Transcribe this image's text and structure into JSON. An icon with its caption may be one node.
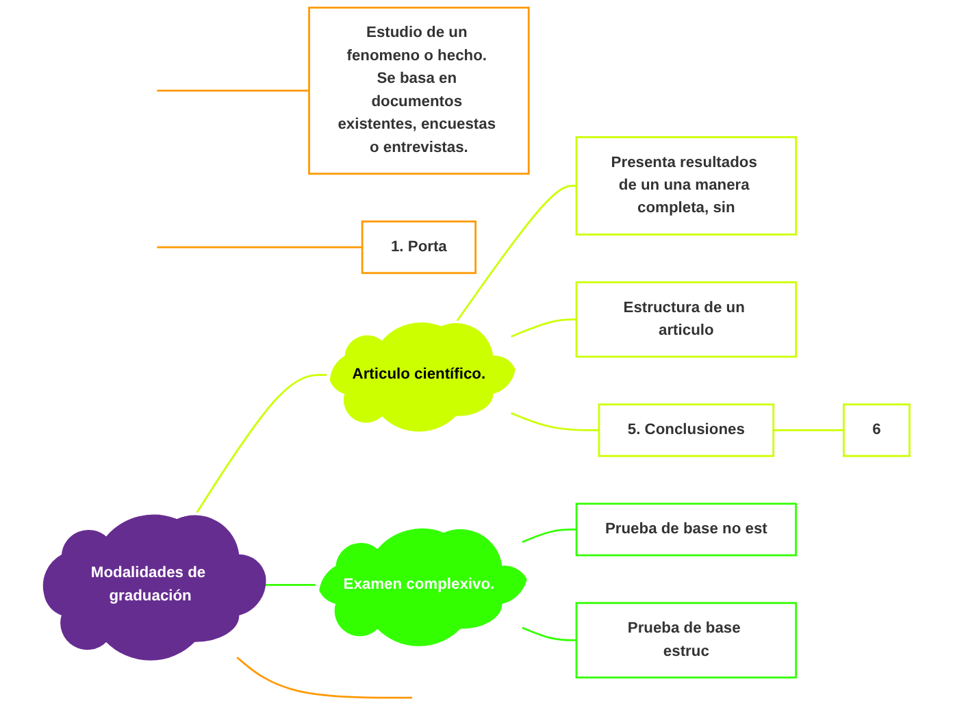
{
  "diagram": {
    "nodes": [
      {
        "text": [
          "Modalidades de graduación"
        ]
      },
      {
        "text": [
          "Estudio de un fenomeno o hecho. Se basa en documentos existentes, encuestas o entrevistas."
        ]
      },
      {
        "text": [
          "1. Porta"
        ]
      },
      {
        "text": [
          "Articulo científico."
        ]
      },
      {
        "text": [
          "Presenta resultados de un una manera completa, sin"
        ]
      },
      {
        "text": [
          "Estructura de un articulo"
        ]
      },
      {
        "text": [
          "5. Conclusiones"
        ]
      },
      {
        "text": [
          "6"
        ]
      },
      {
        "text": [
          "Examen complexivo."
        ]
      },
      {
        "text": [
          "Prueba de base no est"
        ]
      },
      {
        "text": [
          "Prueba de base estruc"
        ]
      }
    ],
    "edges": [
      {
        "from": 0,
        "to": null,
        "arrow": "none",
        "color": "#ff9900"
      },
      {
        "from": null,
        "to": 1,
        "arrow": "none",
        "color": "#ff9900"
      },
      {
        "from": null,
        "to": 2,
        "arrow": "none",
        "color": "#ff9900"
      },
      {
        "from": 0,
        "to": 3,
        "arrow": "none",
        "color": "#ccff00"
      },
      {
        "from": 3,
        "to": 4,
        "arrow": "none",
        "color": "#ccff00"
      },
      {
        "from": 3,
        "to": 5,
        "arrow": "none",
        "color": "#ccff00"
      },
      {
        "from": 3,
        "to": 6,
        "arrow": "none",
        "color": "#ccff00"
      },
      {
        "from": 6,
        "to": 7,
        "arrow": "none",
        "color": "#ccff00"
      },
      {
        "from": 0,
        "to": 8,
        "arrow": "none",
        "color": "#33ff00"
      },
      {
        "from": 8,
        "to": 9,
        "arrow": "none",
        "color": "#33ff00"
      },
      {
        "from": 8,
        "to": 10,
        "arrow": "none",
        "color": "#33ff00"
      }
    ]
  }
}
